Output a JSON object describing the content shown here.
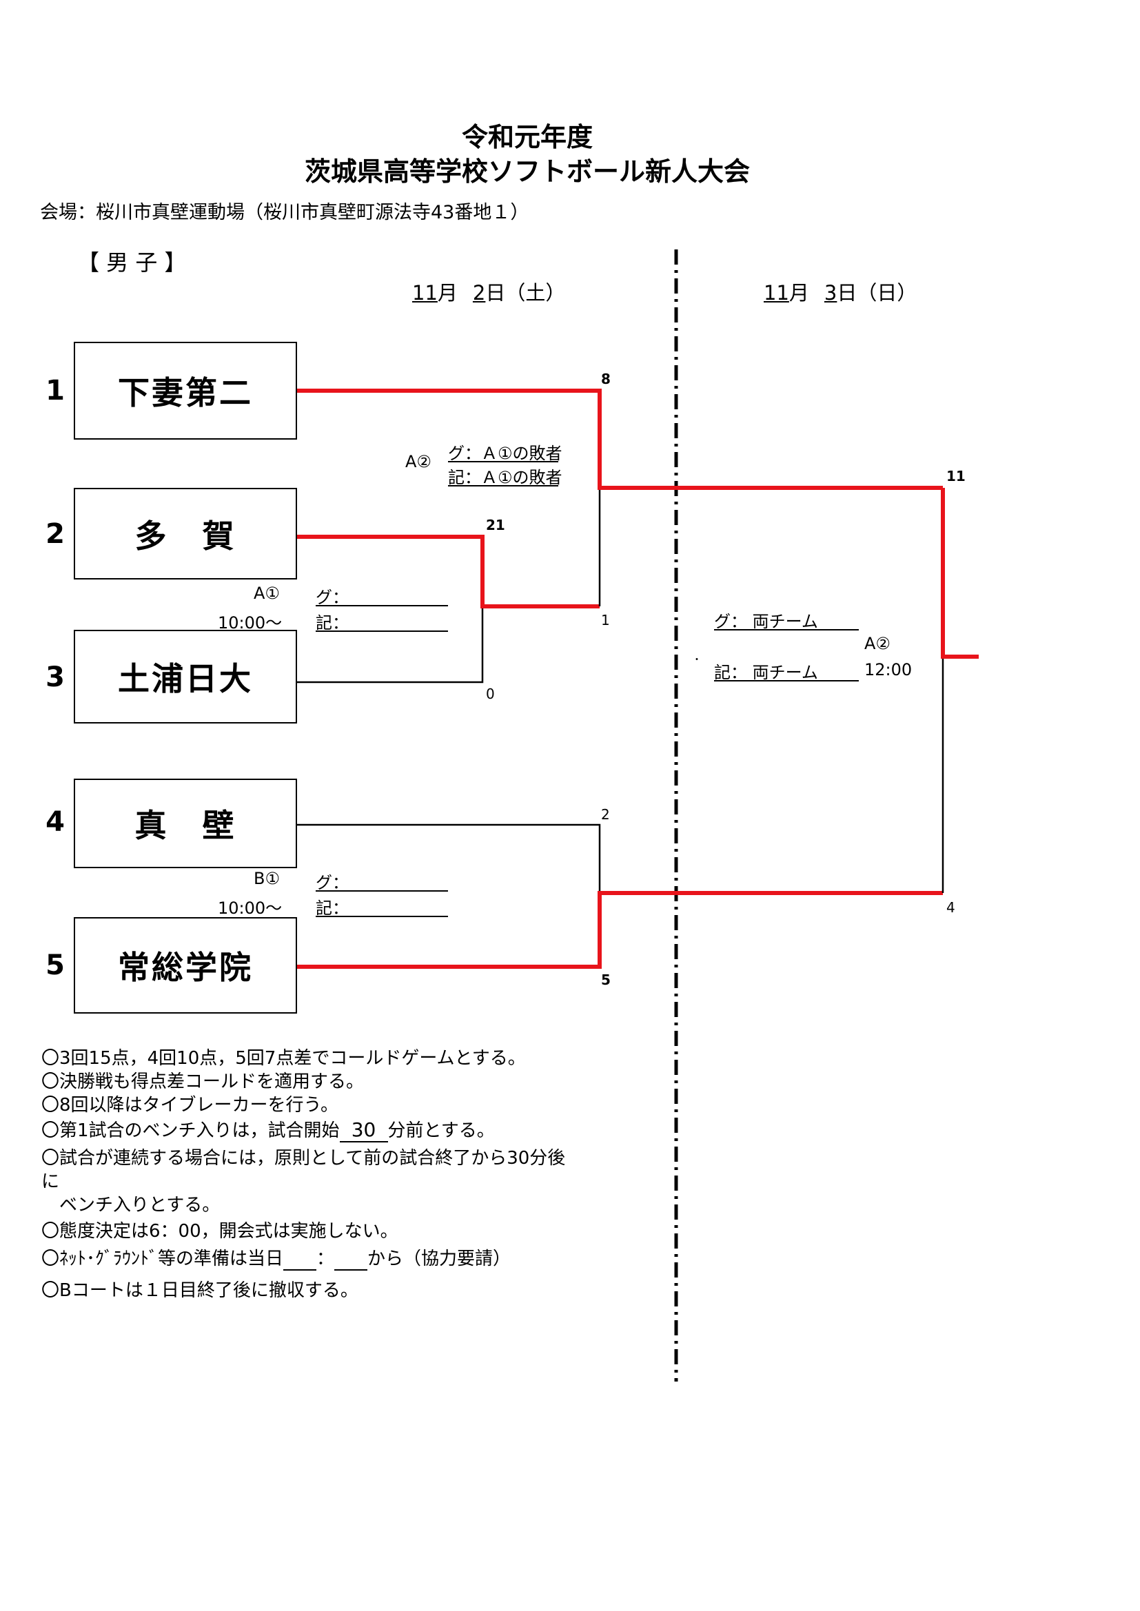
{
  "header": {
    "title_line1": "令和元年度",
    "title_line2": "茨城県高等学校ソフトボール新人大会",
    "venue": "会場：桜川市真壁運動場（桜川市真壁町源法寺43番地１）",
    "section": "【 男 子 】"
  },
  "dates": {
    "day1": {
      "month": "11",
      "month_unit": "月",
      "day": "2",
      "rest": "日（土）"
    },
    "day2": {
      "month": "11",
      "month_unit": "月",
      "day": "3",
      "rest": "日（日）"
    }
  },
  "teams": [
    {
      "seed": "1",
      "name": "下妻第二"
    },
    {
      "seed": "2",
      "name": "多　賀"
    },
    {
      "seed": "3",
      "name": "土浦日大"
    },
    {
      "seed": "4",
      "name": "真　壁"
    },
    {
      "seed": "5",
      "name": "常総学院"
    }
  ],
  "scores": {
    "s_team1": "8",
    "s_a2_lower": "1",
    "s_team2": "21",
    "s_team3": "0",
    "s_team4": "2",
    "s_team5": "5",
    "s_final_top": "11",
    "s_final_bottom": "4"
  },
  "matches": {
    "a1": {
      "label": "A①",
      "time": "10:00～",
      "ground": "グ：",
      "record": "記："
    },
    "b1": {
      "label": "B①",
      "time": "10:00～",
      "ground": "グ：",
      "record": "記："
    },
    "a2": {
      "label": "A②",
      "ground": "グ：Ａ①の敗者",
      "record": "記：Ａ①の敗者"
    },
    "final": {
      "ground": "グ：  両チーム",
      "label": "A②",
      "dot": "・",
      "record": "記：  両チーム",
      "time": "12:00"
    }
  },
  "notes": [
    "〇3回15点，4回10点，5回7点差でコールドゲームとする。",
    "〇決勝戦も得点差コールドを適用する。",
    "〇8回以降はタイブレーカーを行う。",
    "〇試合が連続する場合には，原則として前の試合終了から30分後",
    "に",
    "　ベンチ入りとする。",
    "〇態度決定は6：00，開会式は実施しない。",
    "〇Bコートは１日目終了後に撤収する。"
  ],
  "note_bench": {
    "pre": "〇第1試合のベンチ入りは，試合開始",
    "value": "30",
    "post": "分前とする。"
  },
  "note_net": {
    "pre": "〇ﾈｯﾄ･ｸﾞﾗｳﾝﾄﾞ等の準備は当日",
    "sep": "：",
    "post": "から（協力要請）"
  },
  "colors": {
    "win_line": "#e8141b",
    "line": "#000000"
  }
}
